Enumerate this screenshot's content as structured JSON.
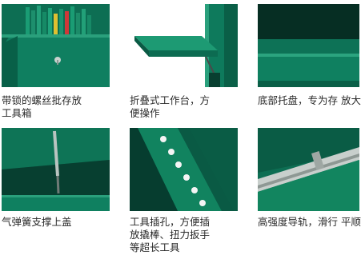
{
  "gallery": {
    "items": [
      {
        "caption": "带锁的螺丝批存放\n工具箱",
        "icon": "screwdriver-rack-photo"
      },
      {
        "caption": "折叠式工作台，方\n便操作",
        "icon": "folding-workbench-photo"
      },
      {
        "caption": "底部托盘，专为存\n放大件工具设计",
        "icon": "bottom-tray-photo"
      },
      {
        "caption": "气弹簧支撑上盖",
        "icon": "gas-spring-lid-photo"
      },
      {
        "caption": "工具插孔，方便插\n放撬棒、扭力扳手\n等超长工具",
        "icon": "tool-socket-photo"
      },
      {
        "caption": "高强度导轨，滑行\n平顺，使用寿命长",
        "icon": "high-strength-rail-photo"
      }
    ]
  },
  "colors": {
    "cart_green": "#0f7f60",
    "cart_green_dark": "#064a38",
    "cart_green_light": "#2aa07c"
  }
}
